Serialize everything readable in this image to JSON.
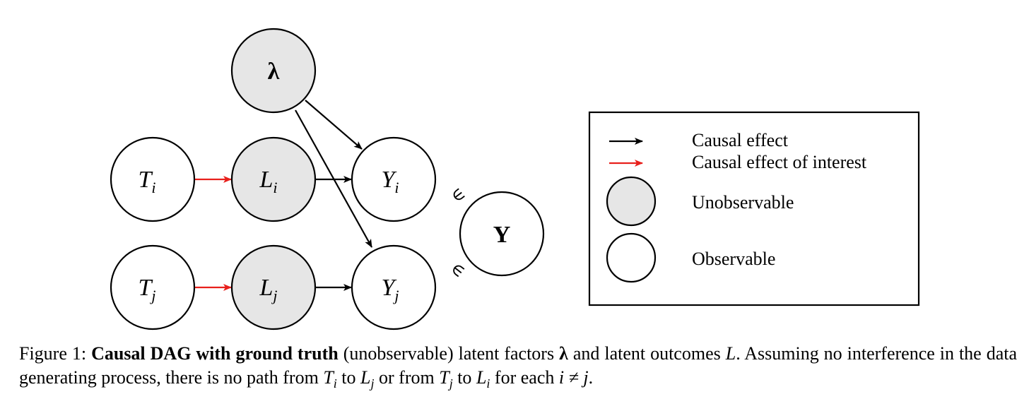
{
  "nodes": {
    "lambda": {
      "label": "λ",
      "observable": false
    },
    "Ti": {
      "label": "T",
      "sub": "i",
      "observable": true
    },
    "Li": {
      "label": "L",
      "sub": "i",
      "observable": false
    },
    "Yi": {
      "label": "Y",
      "sub": "i",
      "observable": true
    },
    "Tj": {
      "label": "T",
      "sub": "j",
      "observable": true
    },
    "Lj": {
      "label": "L",
      "sub": "j",
      "observable": false
    },
    "Yj": {
      "label": "Y",
      "sub": "j",
      "observable": true
    },
    "Y": {
      "label": "Y",
      "observable": true
    }
  },
  "membership_symbol": "∈",
  "colors": {
    "unobservable_fill": "#e6e6e6",
    "observable_fill": "#ffffff",
    "causal": "#000000",
    "causal_interest": "#e8201c"
  },
  "legend": {
    "causal_effect": "Causal effect",
    "causal_effect_interest": "Causal effect of interest",
    "unobservable": "Unobservable",
    "observable": "Observable"
  },
  "caption": {
    "prefix": "Figure 1:",
    "bold_title": "Causal DAG with ground truth",
    "t1": "(unobservable) latent factors",
    "lambda": "λ",
    "t2": "and latent outcomes",
    "L": "L",
    "t3": ". Assuming no interference in the data generating process, there is no path from",
    "T": "T",
    "i": "i",
    "j": "j",
    "to": "to",
    "or_from": "or from",
    "for_each": "for each",
    "neq": "i ≠ j",
    "end": "."
  }
}
